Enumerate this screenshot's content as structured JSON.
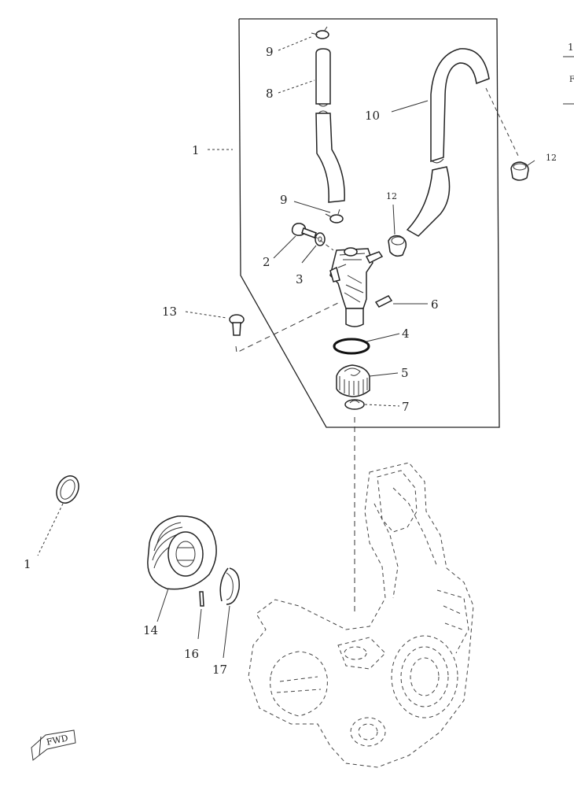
{
  "callouts": {
    "c1": "1",
    "c2": "2",
    "c3": "3",
    "c4": "4",
    "c5": "5",
    "c6": "6",
    "c7": "7",
    "c8": "8",
    "c9a": "9",
    "c9b": "9",
    "c10": "10",
    "c11": "1",
    "c12a": "12",
    "c12b": "12",
    "c13": "13",
    "c14": "14",
    "c16": "16",
    "c17": "17"
  },
  "fwd_label": "FWD",
  "edge_marks": {
    "m1": "1",
    "m2": "F"
  }
}
